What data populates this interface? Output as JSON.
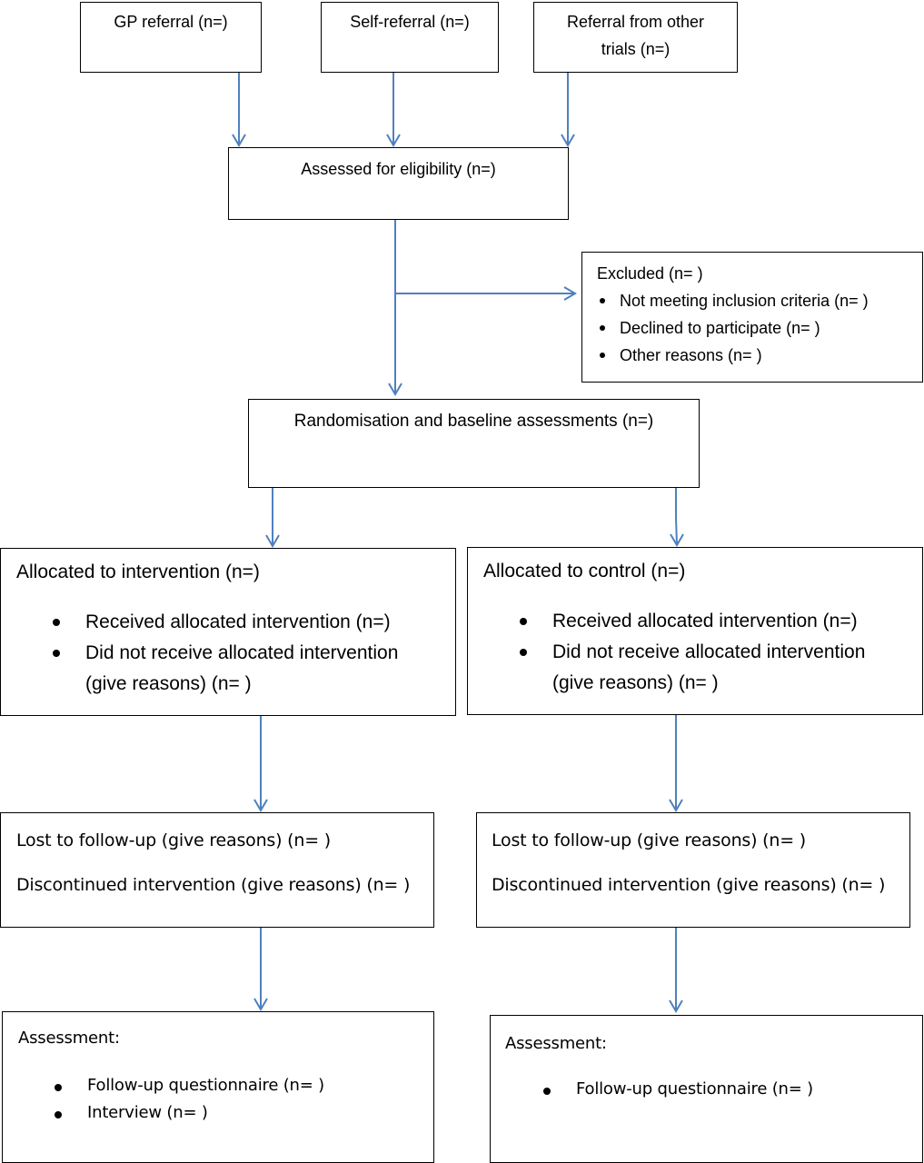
{
  "boxes": {
    "gp_referral": "GP referral (n=)",
    "self_referral": "Self-referral (n=)",
    "other_trials": [
      "Referral from other",
      "trials (n=)"
    ],
    "eligibility": "Assessed for eligibility (n=)",
    "excluded": {
      "title": "Excluded  (n=   )",
      "items": [
        "Not meeting inclusion criteria (n=  )",
        "Declined to participate (n=  )",
        "Other reasons (n=  )"
      ]
    },
    "randomisation": "Randomisation and baseline assessments (n=)",
    "alloc_intervention": {
      "title": "Allocated to intervention (n=)",
      "items": [
        "Received allocated intervention (n=)",
        "Did not receive allocated intervention"
      ],
      "continuation": "(give reasons) (n=  )"
    },
    "alloc_control": {
      "title": "Allocated to control (n=)",
      "items": [
        "Received allocated intervention (n=)",
        "Did not receive allocated intervention"
      ],
      "continuation": "(give reasons) (n=  )"
    },
    "followup_intervention": {
      "lost": "Lost to follow-up (give reasons) (n=  )",
      "discontinued": "Discontinued intervention (give reasons) (n=  )"
    },
    "followup_control": {
      "lost": "Lost to follow-up (give reasons) (n=  )",
      "discontinued": "Discontinued intervention (give reasons) (n=  )"
    },
    "assessment_intervention": {
      "title": "Assessment:",
      "items": [
        "Follow-up questionnaire  (n=  )",
        "Interview (n= )"
      ]
    },
    "assessment_control": {
      "title": "Assessment:",
      "items": [
        "Follow-up questionnaire  (n=  )"
      ]
    }
  },
  "colors": {
    "arrow": "#4f81bd",
    "border": "#000000"
  }
}
